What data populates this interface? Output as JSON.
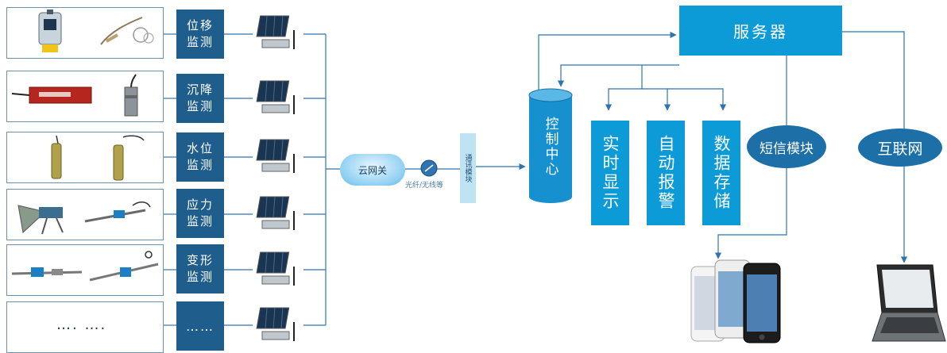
{
  "rows": [
    {
      "label": "位移\n监测",
      "devices": [
        "total-station-icon",
        "wire-sensor-icon"
      ]
    },
    {
      "label": "沉降\n监测",
      "devices": [
        "red-sensor-icon",
        "pressure-probe-icon"
      ]
    },
    {
      "label": "水位\n监测",
      "devices": [
        "water-level-probe-icon",
        "water-level-probe-icon"
      ]
    },
    {
      "label": "应力\n监测",
      "devices": [
        "stress-gauge-icon",
        "anchor-sensor-icon"
      ]
    },
    {
      "label": "变形\n监测",
      "devices": [
        "strain-gauge-icon",
        "strain-gauge-icon"
      ]
    },
    {
      "label": "……",
      "devices": []
    }
  ],
  "sensor_placeholder": "…. ….",
  "cloud_gateway": "云网关",
  "fiber_label": "光纤/无线等",
  "comm_module": "通讯模块",
  "control_center": "控制中心",
  "server": "服务器",
  "functions": [
    "实时显示",
    "自动报警",
    "数据存储"
  ],
  "sms_module": "短信模块",
  "internet": "互联网",
  "colors": {
    "dark_blue": "#1f5d8c",
    "light_blue": "#0d9bd7",
    "ellipse_blue": "#1d6fa8",
    "line_blue": "#2f74b0"
  }
}
